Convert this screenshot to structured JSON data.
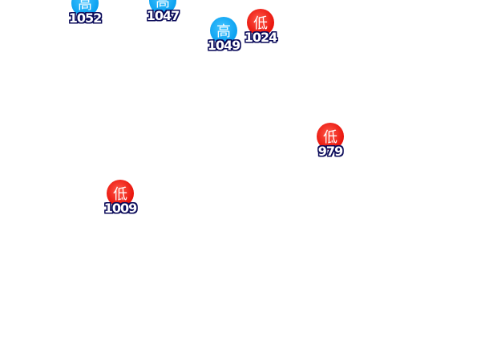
{
  "colors": {
    "low": "#e8120a",
    "high": "#0aa0f0",
    "label_outline": "#0b0b5a"
  },
  "pressure_centers": [
    {
      "type": "high",
      "symbol": "高",
      "value": "1052"
    },
    {
      "type": "high",
      "symbol": "高",
      "value": "1047"
    },
    {
      "type": "high",
      "symbol": "高",
      "value": "1049"
    },
    {
      "type": "low",
      "symbol": "低",
      "value": "1024"
    },
    {
      "type": "low",
      "symbol": "低",
      "value": "979"
    },
    {
      "type": "low",
      "symbol": "低",
      "value": "1009"
    }
  ]
}
